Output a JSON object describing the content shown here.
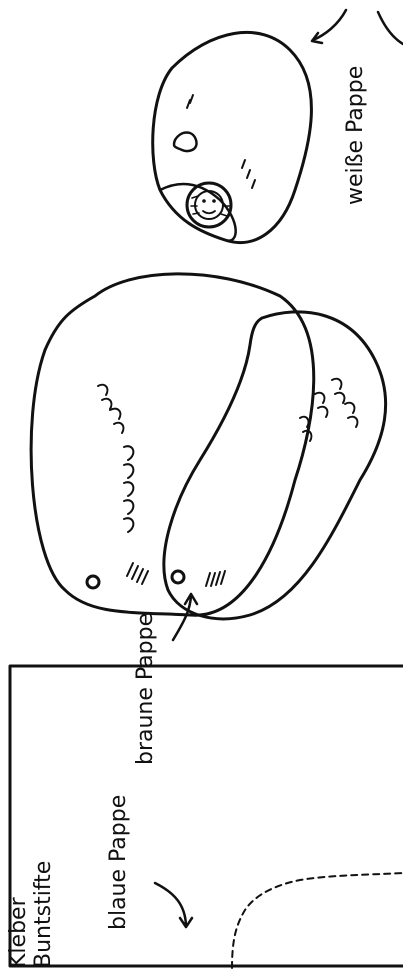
{
  "labels": {
    "kleber": "Kleber",
    "buntstifte": "Buntstifte",
    "blaue_pappe": "blaue Pappe",
    "braune_pappe": "braune Pappe",
    "weisse_pappe": "weiße Pappe"
  }
}
